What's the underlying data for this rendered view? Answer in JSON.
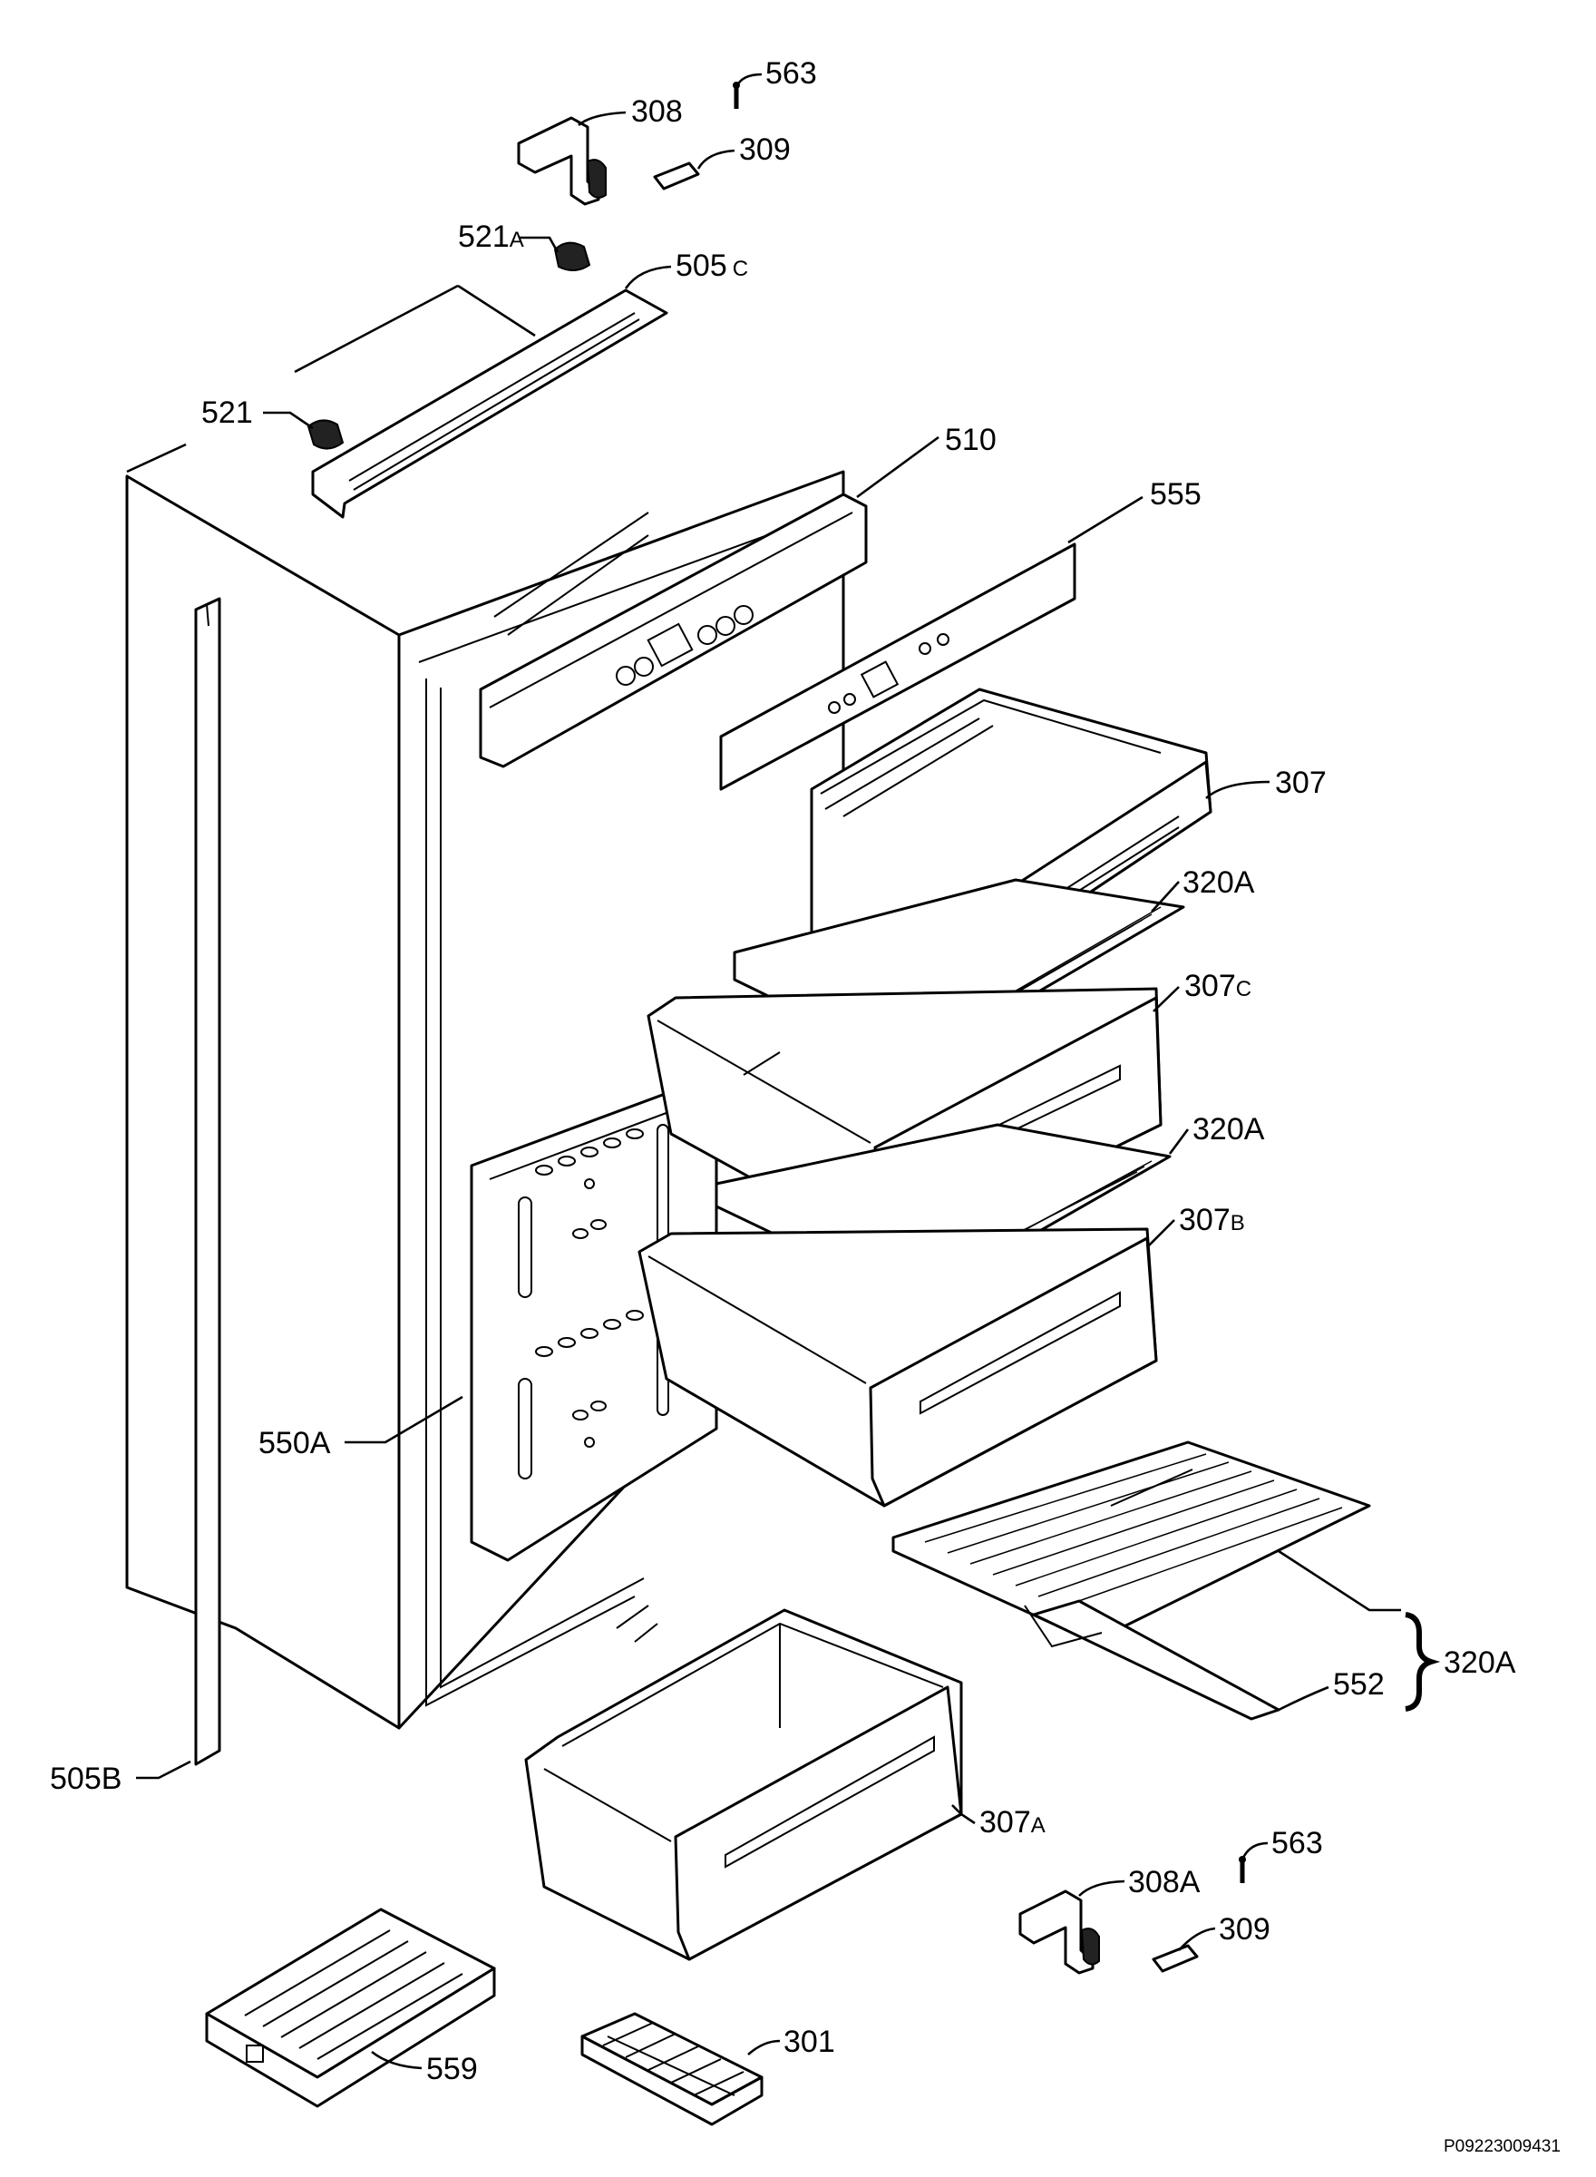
{
  "parts": [
    {
      "id": "p563_top",
      "main": "563",
      "sub": ""
    },
    {
      "id": "p308",
      "main": "308",
      "sub": ""
    },
    {
      "id": "p309_top",
      "main": "309",
      "sub": ""
    },
    {
      "id": "p521a",
      "main": "521",
      "sub": "A"
    },
    {
      "id": "p505c",
      "main": "505",
      "sub": "C"
    },
    {
      "id": "p521",
      "main": "521",
      "sub": ""
    },
    {
      "id": "p510",
      "main": "510",
      "sub": ""
    },
    {
      "id": "p555",
      "main": "555",
      "sub": ""
    },
    {
      "id": "p307",
      "main": "307",
      "sub": ""
    },
    {
      "id": "p320a_1",
      "main": "320A",
      "sub": ""
    },
    {
      "id": "p307c",
      "main": "307",
      "sub": "C"
    },
    {
      "id": "p320a_2",
      "main": "320A",
      "sub": ""
    },
    {
      "id": "p307b",
      "main": "307",
      "sub": "B"
    },
    {
      "id": "p550a",
      "main": "550A",
      "sub": ""
    },
    {
      "id": "p320a_3",
      "main": "320A",
      "sub": ""
    },
    {
      "id": "p552",
      "main": "552",
      "sub": ""
    },
    {
      "id": "p505b",
      "main": "505B",
      "sub": ""
    },
    {
      "id": "p307a",
      "main": "307",
      "sub": "A"
    },
    {
      "id": "p563_bottom",
      "main": "563",
      "sub": ""
    },
    {
      "id": "p308a",
      "main": "308A",
      "sub": ""
    },
    {
      "id": "p309_bottom",
      "main": "309",
      "sub": ""
    },
    {
      "id": "p301",
      "main": "301",
      "sub": ""
    },
    {
      "id": "p559",
      "main": "559",
      "sub": ""
    }
  ],
  "drawing_number": "P09223009431"
}
